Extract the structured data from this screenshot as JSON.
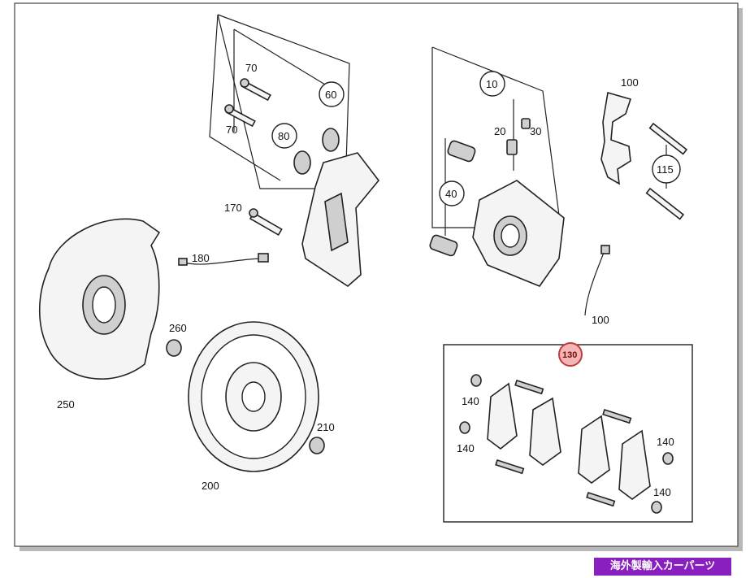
{
  "callouts": {
    "c70a": "70",
    "c70b": "70",
    "c60": "60",
    "c80": "80",
    "c170": "170",
    "c180": "180",
    "c260": "260",
    "c250": "250",
    "c200": "200",
    "c210": "210",
    "c10": "10",
    "c20": "20",
    "c30": "30",
    "c40": "40",
    "c100a": "100",
    "c115": "115",
    "c100b": "100",
    "c130": "130",
    "c140a": "140",
    "c140b": "140",
    "c140c": "140",
    "c140d": "140"
  },
  "badge": {
    "label": "海外製輸入カーパーツ"
  },
  "colors": {
    "highlight": "#e04a4a",
    "badge": "#8a1fbf"
  }
}
